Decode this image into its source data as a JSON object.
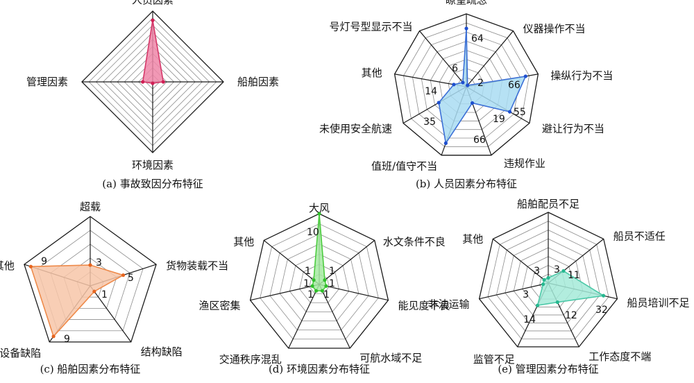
{
  "colors": {
    "grid": "#8c8c8c",
    "axis": "#1a1a1a",
    "text": "#111111"
  },
  "chart_data": [
    {
      "type": "radar",
      "caption": "(a) 事故致因分布特征",
      "max": 100,
      "rings": 10,
      "color": {
        "fill": "#ef86a8",
        "line": "#d6386a",
        "marker": "#d11f55"
      },
      "axes": [
        "人员因素",
        "船舶因素",
        "环境因素",
        "管理因素"
      ],
      "values": [
        87,
        15,
        2,
        14
      ],
      "value_labels": [
        "",
        "",
        "",
        ""
      ]
    },
    {
      "type": "radar",
      "caption": "(b) 人员因素分布特征",
      "max": 80,
      "rings": 8,
      "color": {
        "fill": "#a9dcf2",
        "line": "#3b6fd6",
        "marker": "#1e4fcf"
      },
      "axes": [
        "瞭望疏忽",
        "仪器操作不当",
        "操纵行为不当",
        "避让行为不当",
        "违规作业",
        "值班/值守不当",
        "未使用安全航速",
        "其他",
        "号灯号型显示不当"
      ],
      "values": [
        64,
        2,
        66,
        55,
        19,
        66,
        35,
        14,
        6
      ],
      "value_labels": [
        "64",
        "2",
        "66",
        "55",
        "19",
        "66",
        "35",
        "14",
        "6"
      ]
    },
    {
      "type": "radar",
      "caption": "(c) 船舶因素分布特征",
      "max": 10,
      "rings": 5,
      "color": {
        "fill": "#f7c6a8",
        "line": "#ee8a4a",
        "marker": "#e6651f"
      },
      "axes": [
        "超载",
        "货物装载不当",
        "结构缺陷",
        "设备缺陷",
        "其他"
      ],
      "values": [
        3,
        5,
        1,
        9,
        9
      ],
      "value_labels": [
        "3",
        "5",
        "1",
        "9",
        "9"
      ]
    },
    {
      "type": "radar",
      "caption": "(d) 环境因素分布特征",
      "max": 10,
      "rings": 7,
      "color": {
        "fill": "#a5eaa1",
        "line": "#4ccc3f",
        "marker": "#2fbf2a"
      },
      "axes": [
        "大风",
        "水文条件不良",
        "能见度不良",
        "可航水域不足",
        "交通秩序混乱",
        "渔区密集",
        "其他"
      ],
      "values": [
        10,
        1,
        1,
        1,
        1,
        1,
        1
      ],
      "value_labels": [
        "10",
        "1",
        "1",
        "1",
        "1",
        "1",
        "1"
      ]
    },
    {
      "type": "radar",
      "caption": "(e) 管理因素分布特征",
      "max": 40,
      "rings": 8,
      "color": {
        "fill": "#a4ead8",
        "line": "#4cc9a8",
        "marker": "#26b890"
      },
      "axes": [
        "船舶配员不足",
        "船员不适任",
        "船员培训不足",
        "工作态度不端",
        "监管不足",
        "非法运输",
        "其他"
      ],
      "values": [
        3,
        11,
        32,
        12,
        14,
        3,
        3
      ],
      "value_labels": [
        "3",
        "11",
        "32",
        "12",
        "14",
        "3",
        "3"
      ]
    }
  ]
}
